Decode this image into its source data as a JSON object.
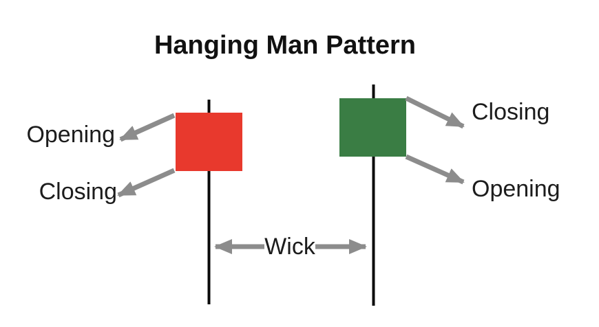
{
  "diagram": {
    "title": "Hanging Man Pattern",
    "wick_label": "Wick",
    "left_candle": {
      "type": "bearish",
      "body_color": "#e8392d",
      "top_label": "Opening",
      "bottom_label": "Closing"
    },
    "right_candle": {
      "type": "bullish",
      "body_color": "#3a7d44",
      "top_label": "Closing",
      "bottom_label": "Opening"
    },
    "colors": {
      "arrow": "#8c8c8c",
      "wick": "#0a0a0a",
      "text": "#1c1c1c",
      "title": "#111111",
      "background": "#ffffff"
    }
  }
}
